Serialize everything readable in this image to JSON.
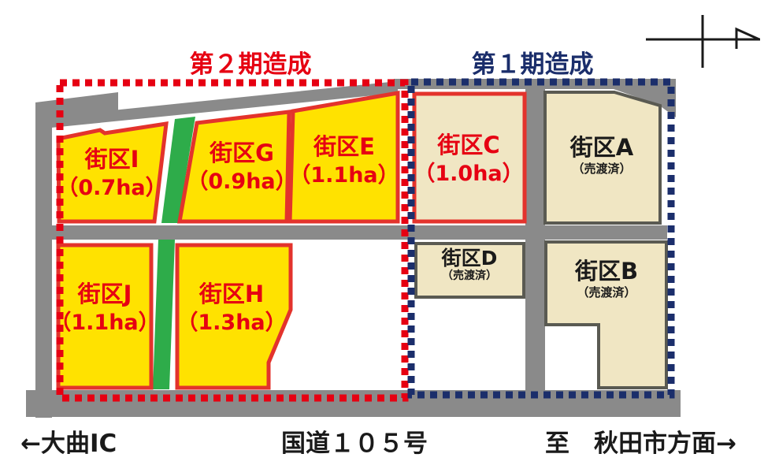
{
  "phases": {
    "phase2": {
      "label": "第２期造成"
    },
    "phase1": {
      "label": "第１期造成"
    }
  },
  "plots": [
    {
      "id": "I",
      "name": "街区I",
      "detail": "（0.7ha）",
      "status": "available"
    },
    {
      "id": "G",
      "name": "街区G",
      "detail": "（0.9ha）",
      "status": "available"
    },
    {
      "id": "E",
      "name": "街区E",
      "detail": "（1.1ha）",
      "status": "available"
    },
    {
      "id": "J",
      "name": "街区J",
      "detail": "（1.1ha）",
      "status": "available"
    },
    {
      "id": "H",
      "name": "街区H",
      "detail": "（1.3ha）",
      "status": "available"
    },
    {
      "id": "C",
      "name": "街区C",
      "detail": "（1.0ha）",
      "status": "available"
    },
    {
      "id": "A",
      "name": "街区A",
      "detail": "（売渡済）",
      "status": "sold"
    },
    {
      "id": "D",
      "name": "街区D",
      "detail": "（売渡済）",
      "status": "sold"
    },
    {
      "id": "B",
      "name": "街区B",
      "detail": "（売渡済）",
      "status": "sold"
    }
  ],
  "captions": {
    "left": "←大曲IC",
    "center": "国道１０５号",
    "right": "至　秋田市方面→"
  },
  "icons": {
    "north_arrow": "north-arrow"
  },
  "colors": {
    "plot_yellow": "#FFE200",
    "plot_tan": "#F0E6C3",
    "border_red": "#E3332C",
    "border_dark": "#5A5A52",
    "text_red": "#E60012",
    "navy": "#1B2E6B",
    "road_gray": "#8A8A8A",
    "green": "#2EAC4A",
    "ink": "#1A1A1A"
  }
}
